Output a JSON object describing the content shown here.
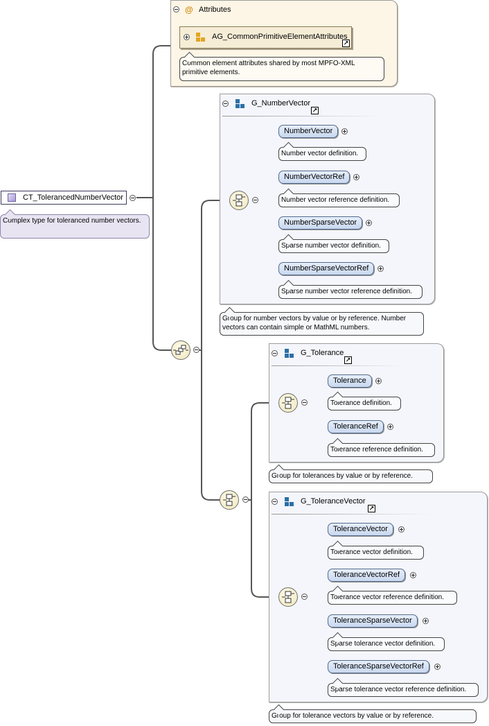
{
  "root": {
    "name": "CT_TolerancedNumberVector",
    "doc": "Complex type for toleranced number vectors."
  },
  "attributes": {
    "title": "Attributes",
    "group_ref": "AG_CommonPrimitiveElementAttributes",
    "doc": "Common element attributes shared by most MPFO-XML primitive elements."
  },
  "number_vector_group": {
    "title": "G_NumberVector",
    "elements": [
      {
        "name": "NumberVector",
        "doc": "Number vector definition."
      },
      {
        "name": "NumberVectorRef",
        "doc": "Number vector reference definition."
      },
      {
        "name": "NumberSparseVector",
        "doc": "Sparse number vector definition."
      },
      {
        "name": "NumberSparseVectorRef",
        "doc": "Sparse number vector reference definition."
      }
    ],
    "doc": "Group for number vectors by value or by reference. Number vectors can contain simple or MathML numbers."
  },
  "tolerance_group": {
    "title": "G_Tolerance",
    "elements": [
      {
        "name": "Tolerance",
        "doc": "Tolerance definition."
      },
      {
        "name": "ToleranceRef",
        "doc": "Tolerance reference definition."
      }
    ],
    "doc": "Group for tolerances by value or by reference."
  },
  "tolerance_vector_group": {
    "title": "G_ToleranceVector",
    "elements": [
      {
        "name": "ToleranceVector",
        "doc": "Tolerance vector definition."
      },
      {
        "name": "ToleranceVectorRef",
        "doc": "Tolerance vector reference definition."
      },
      {
        "name": "ToleranceSparseVector",
        "doc": "Sparse tolerance vector definition."
      },
      {
        "name": "ToleranceSparseVectorRef",
        "doc": "Sparse tolerance vector reference definition."
      }
    ],
    "doc": "Group for tolerance vectors by value or by reference."
  },
  "colors": {
    "attribute_panel": "#fdf5e6",
    "group_panel": "#f4f6fb",
    "element_fill": "#c9d8ef",
    "complex_type_note": "#e8e4f2",
    "compositor_fill": "#ede4b4",
    "group_icon": "#2d6fa6",
    "attribute_icon": "#e3a421"
  },
  "icons": {
    "complex_type": "complex-type-icon",
    "attribute": "at-icon",
    "attribute_group": "attribute-group-icon",
    "model_group": "model-group-icon",
    "sequence": "sequence-compositor-icon",
    "choice": "choice-compositor-icon",
    "jump": "jump-to-definition-icon",
    "expand": "expand-icon",
    "collapse": "collapse-icon"
  }
}
